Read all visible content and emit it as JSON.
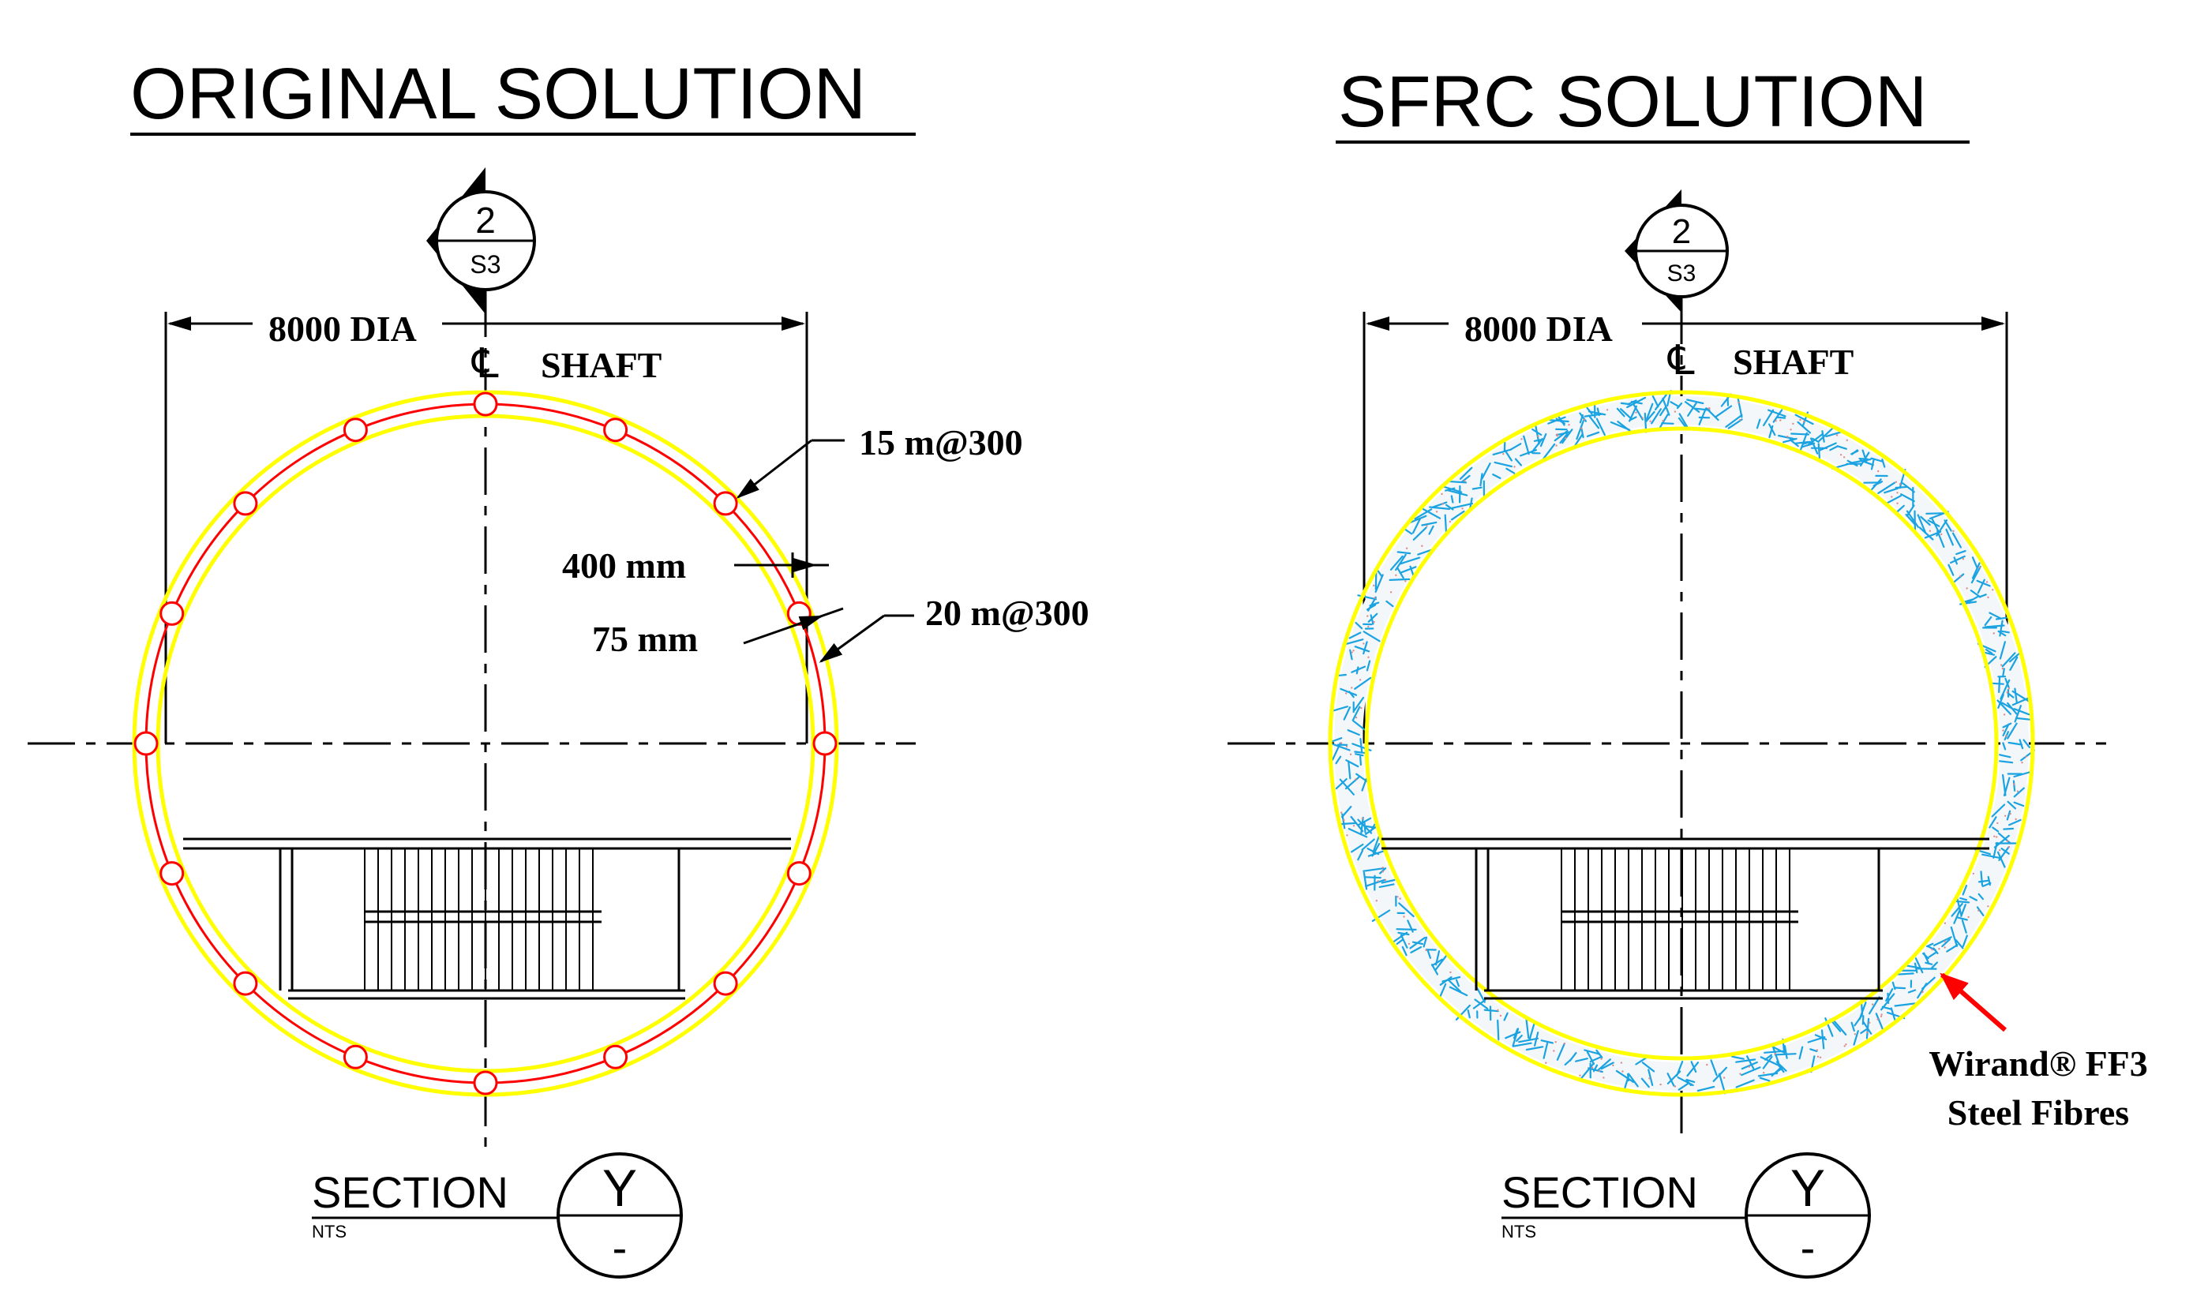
{
  "left_panel": {
    "title": "ORIGINAL SOLUTION",
    "section_marker": {
      "number": "2",
      "sheet": "S3"
    },
    "dimension_label": "8000 DIA",
    "centerline_symbol": "℄",
    "shaft_label": "SHAFT",
    "rebar_label_1": "15 m@300",
    "thickness_label": "400 mm",
    "cover_label": "75 mm",
    "rebar_label_2": "20 m@300",
    "section_caption": {
      "label": "SECTION",
      "scale": "NTS",
      "letter": "Y",
      "sheet": "-"
    }
  },
  "right_panel": {
    "title": "SFRC SOLUTION",
    "section_marker": {
      "number": "2",
      "sheet": "S3"
    },
    "dimension_label": "8000 DIA",
    "centerline_symbol": "℄",
    "shaft_label": "SHAFT",
    "fibre_label_line1": "Wirand® FF3",
    "fibre_label_line2": "Steel Fibres",
    "section_caption": {
      "label": "SECTION",
      "scale": "NTS",
      "letter": "Y",
      "sheet": "-"
    }
  },
  "colors": {
    "line": "#000000",
    "concrete_outline": "#ffff00",
    "rebar": "#ff0000",
    "fibres": "#1aa3e0",
    "arrow": "#ff0000"
  }
}
